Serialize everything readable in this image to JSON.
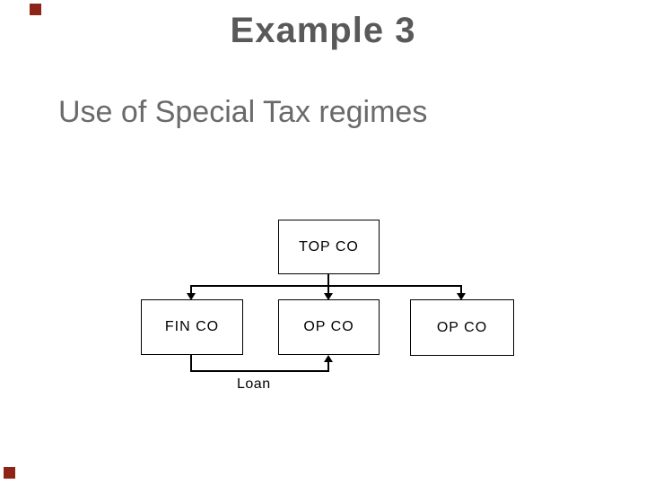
{
  "slide": {
    "title": "Example 3",
    "subtitle": "Use of Special Tax regimes"
  },
  "diagram": {
    "type": "org-chart",
    "nodes": [
      {
        "id": "top-co",
        "label": "TOP CO",
        "row": "top"
      },
      {
        "id": "fin-co",
        "label": "FIN CO",
        "row": "bottom"
      },
      {
        "id": "op-co-1",
        "label": "OP CO",
        "row": "bottom"
      },
      {
        "id": "op-co-2",
        "label": "OP CO",
        "row": "bottom"
      }
    ],
    "edges": [
      {
        "from": "top-co",
        "to": "fin-co",
        "style": "arrow-down",
        "label": ""
      },
      {
        "from": "top-co",
        "to": "op-co-1",
        "style": "arrow-down",
        "label": ""
      },
      {
        "from": "top-co",
        "to": "op-co-2",
        "style": "arrow-down",
        "label": ""
      },
      {
        "from": "fin-co",
        "to": "op-co-1",
        "style": "arrow-up",
        "label": "Loan"
      }
    ]
  },
  "decorations": {
    "corner_markers": [
      {
        "position": "top-left",
        "shape": "square",
        "color": "#8E2318"
      },
      {
        "position": "bottom-left",
        "shape": "square",
        "color": "#8E2318"
      }
    ]
  },
  "colors": {
    "background": "#FFFFFF",
    "title_text": "#595959",
    "subtitle_text": "#6A6A6A",
    "diagram_line": "#000000",
    "node_fill": "#FFFFFF",
    "node_border": "#000000",
    "corner_marker": "#8E2318"
  }
}
